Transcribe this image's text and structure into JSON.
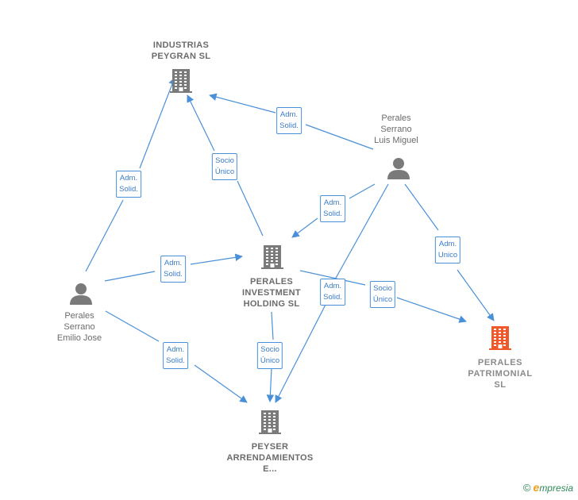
{
  "nodes": {
    "industrias": {
      "lines": [
        "INDUSTRIAS",
        "PEYGRAN SL"
      ],
      "type": "company",
      "icon": "building-icon"
    },
    "luis": {
      "lines": [
        "Perales",
        "Serrano",
        "Luis Miguel"
      ],
      "type": "person",
      "icon": "person-icon"
    },
    "emilio": {
      "lines": [
        "Perales",
        "Serrano",
        "Emilio Jose"
      ],
      "type": "person",
      "icon": "person-icon"
    },
    "investment": {
      "lines": [
        "PERALES",
        "INVESTMENT",
        "HOLDING SL"
      ],
      "type": "company",
      "icon": "building-icon"
    },
    "patrimonial": {
      "lines": [
        "PERALES",
        "PATRIMONIAL",
        "SL"
      ],
      "type": "company-highlight",
      "icon": "building-icon"
    },
    "peyser": {
      "lines": [
        "PEYSER",
        "ARRENDAMIENTOS",
        "E..."
      ],
      "type": "company",
      "icon": "building-icon"
    }
  },
  "edges": [
    {
      "from": "luis",
      "to": "industrias",
      "lines": [
        "Adm.",
        "Solid."
      ]
    },
    {
      "from": "emilio",
      "to": "industrias",
      "lines": [
        "Adm.",
        "Solid."
      ]
    },
    {
      "from": "investment",
      "to": "industrias",
      "lines": [
        "Socio",
        "Único"
      ]
    },
    {
      "from": "luis",
      "to": "investment",
      "lines": [
        "Adm.",
        "Solid."
      ]
    },
    {
      "from": "emilio",
      "to": "investment",
      "lines": [
        "Adm.",
        "Solid."
      ]
    },
    {
      "from": "luis",
      "to": "patrimonial",
      "lines": [
        "Adm.",
        "Unico"
      ]
    },
    {
      "from": "investment",
      "to": "patrimonial",
      "lines": [
        "Socio",
        "Único"
      ]
    },
    {
      "from": "luis",
      "to": "peyser",
      "lines": [
        "Adm.",
        "Solid."
      ]
    },
    {
      "from": "investment",
      "to": "peyser",
      "lines": [
        "Socio",
        "Único"
      ]
    },
    {
      "from": "emilio",
      "to": "peyser",
      "lines": [
        "Adm.",
        "Solid."
      ]
    }
  ],
  "colors": {
    "edge": "#4a90d9",
    "icon": "#7a7a7a",
    "highlight": "#f05a2a"
  },
  "footer": {
    "copyright": "©",
    "brand_initial": "e",
    "brand_rest": "mpresia"
  }
}
